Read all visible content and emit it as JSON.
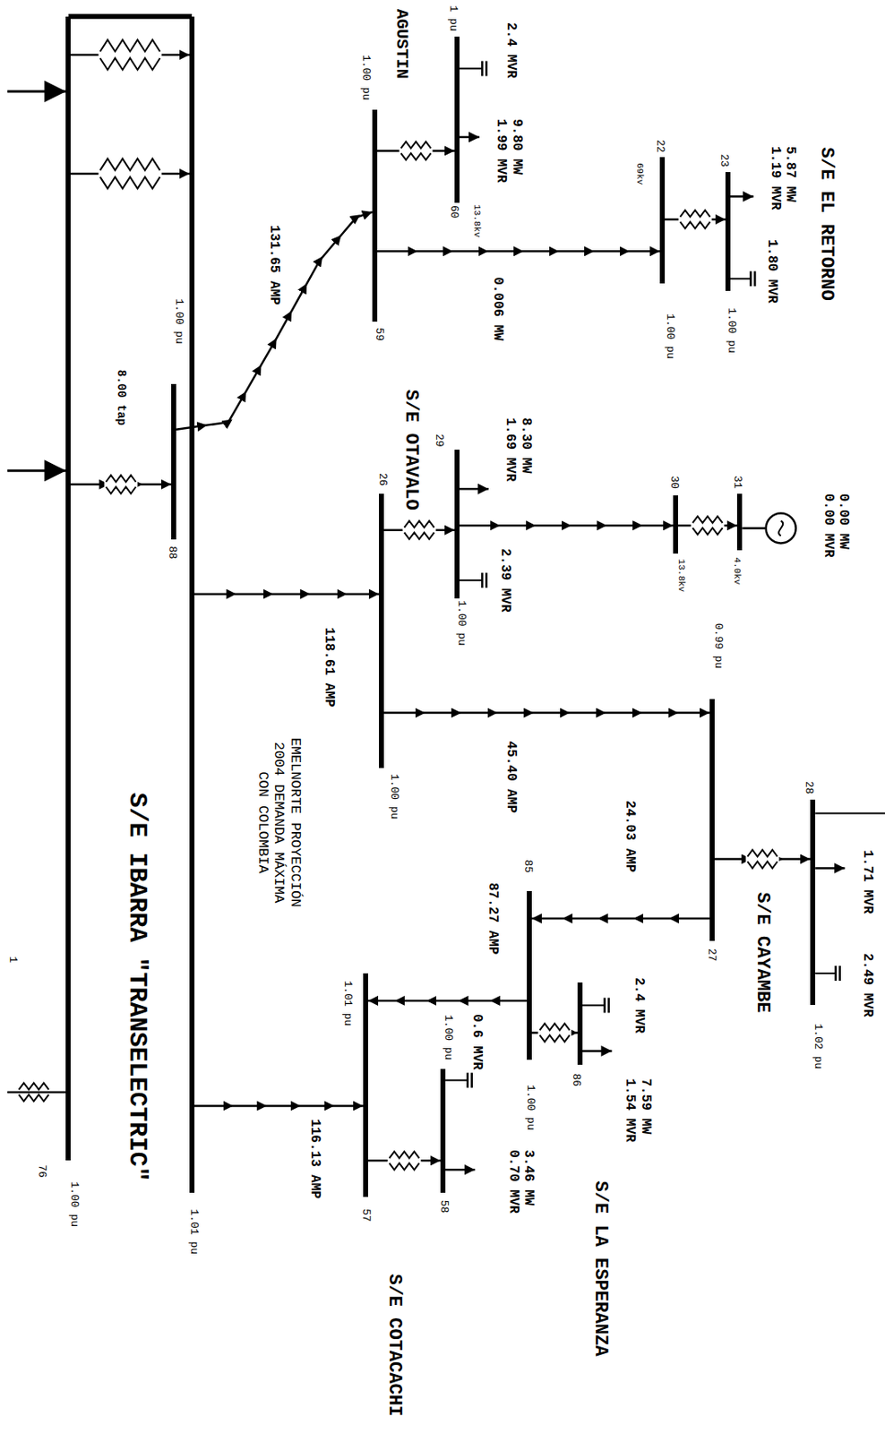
{
  "diagram": {
    "title": "EMELNORTE PROYECCIÓN 2004 DEMANDA MÁXIMA CON COLOMBIA",
    "nodes": [
      {
        "text": [
          "76",
          "1.00 pu"
        ]
      },
      {
        "text": [
          "1.01 pu"
        ]
      },
      {
        "text": [
          "1.00 pu",
          "88"
        ]
      },
      {
        "text": [
          "1.00 pu",
          "59"
        ]
      },
      {
        "text": [
          "1 pu",
          "60",
          "13.8kv"
        ]
      },
      {
        "text": [
          "22",
          "69kv",
          "1.00 pu"
        ]
      },
      {
        "text": [
          "23",
          "1.00 pu"
        ]
      },
      {
        "text": [
          "26",
          "1.00 pu"
        ]
      },
      {
        "text": [
          "29",
          "1.00 pu"
        ]
      },
      {
        "text": [
          "30",
          "13.8kv",
          "0.99 pu"
        ]
      },
      {
        "text": [
          "31",
          "4.0kv"
        ]
      },
      {
        "text": [
          "27"
        ]
      },
      {
        "text": [
          "28",
          "1.02 pu"
        ]
      },
      {
        "text": [
          "85",
          "1.00 pu"
        ]
      },
      {
        "text": [
          "86"
        ]
      },
      {
        "text": [
          "1.01 pu",
          "57"
        ]
      },
      {
        "text": [
          "1.00 pu",
          "58"
        ]
      }
    ],
    "edges": [
      {
        "from": 0,
        "to": 1,
        "arrow": "to"
      },
      {
        "from": 0,
        "to": 1,
        "arrow": "to"
      },
      {
        "from": 0,
        "to": 2,
        "arrow": "to",
        "label": "8.00 tap"
      },
      {
        "from": 2,
        "to": 3,
        "arrow": "to",
        "label": "131.65 AMP"
      },
      {
        "from": 3,
        "to": 4,
        "arrow": "to"
      },
      {
        "from": 3,
        "to": 5,
        "arrow": "to",
        "label": "0.006 MW"
      },
      {
        "from": 5,
        "to": 6,
        "arrow": "to"
      },
      {
        "from": 1,
        "to": 7,
        "arrow": "to",
        "label": "118.61 AMP"
      },
      {
        "from": 7,
        "to": 8,
        "arrow": "to"
      },
      {
        "from": 8,
        "to": 9,
        "arrow": "to"
      },
      {
        "from": 9,
        "to": 10,
        "arrow": "to"
      },
      {
        "from": 7,
        "to": 11,
        "arrow": "to",
        "label": "45.40 AMP"
      },
      {
        "from": 11,
        "to": 12,
        "arrow": "to"
      },
      {
        "from": 11,
        "to": 13,
        "arrow": "to",
        "label": "24.03 AMP"
      },
      {
        "from": 13,
        "to": 14,
        "arrow": "to"
      },
      {
        "from": 13,
        "to": 15,
        "arrow": "to",
        "label": "87.27 AMP"
      },
      {
        "from": 1,
        "to": 15,
        "arrow": "to",
        "label": "116.13 AMP"
      },
      {
        "from": 15,
        "to": 16,
        "arrow": "to"
      }
    ],
    "labels": [
      "AGUSTIN",
      "2.4 MVR",
      "9.80 MW 1.99 MVR",
      "S/E EL RETORNO",
      "5.87 MW 1.19 MVR",
      "1.80 MVR",
      "S/E OTAVALO",
      "8.30 MW 1.69 MVR",
      "2.39 MVR",
      "0.00 MW 0.00 MVR",
      "S/E CAYAMBE",
      "1.71 MVR",
      "2.49 MVR",
      "2.4 MVR",
      "7.59 MW 1.54 MVR",
      "S/E LA ESPERANZA",
      "0.6 MVR",
      "3.46 MW 0.70 MVR",
      "S/E COTACACHI",
      "S/E IBARRA \"TRANSELECTRIC\"",
      "1"
    ]
  }
}
